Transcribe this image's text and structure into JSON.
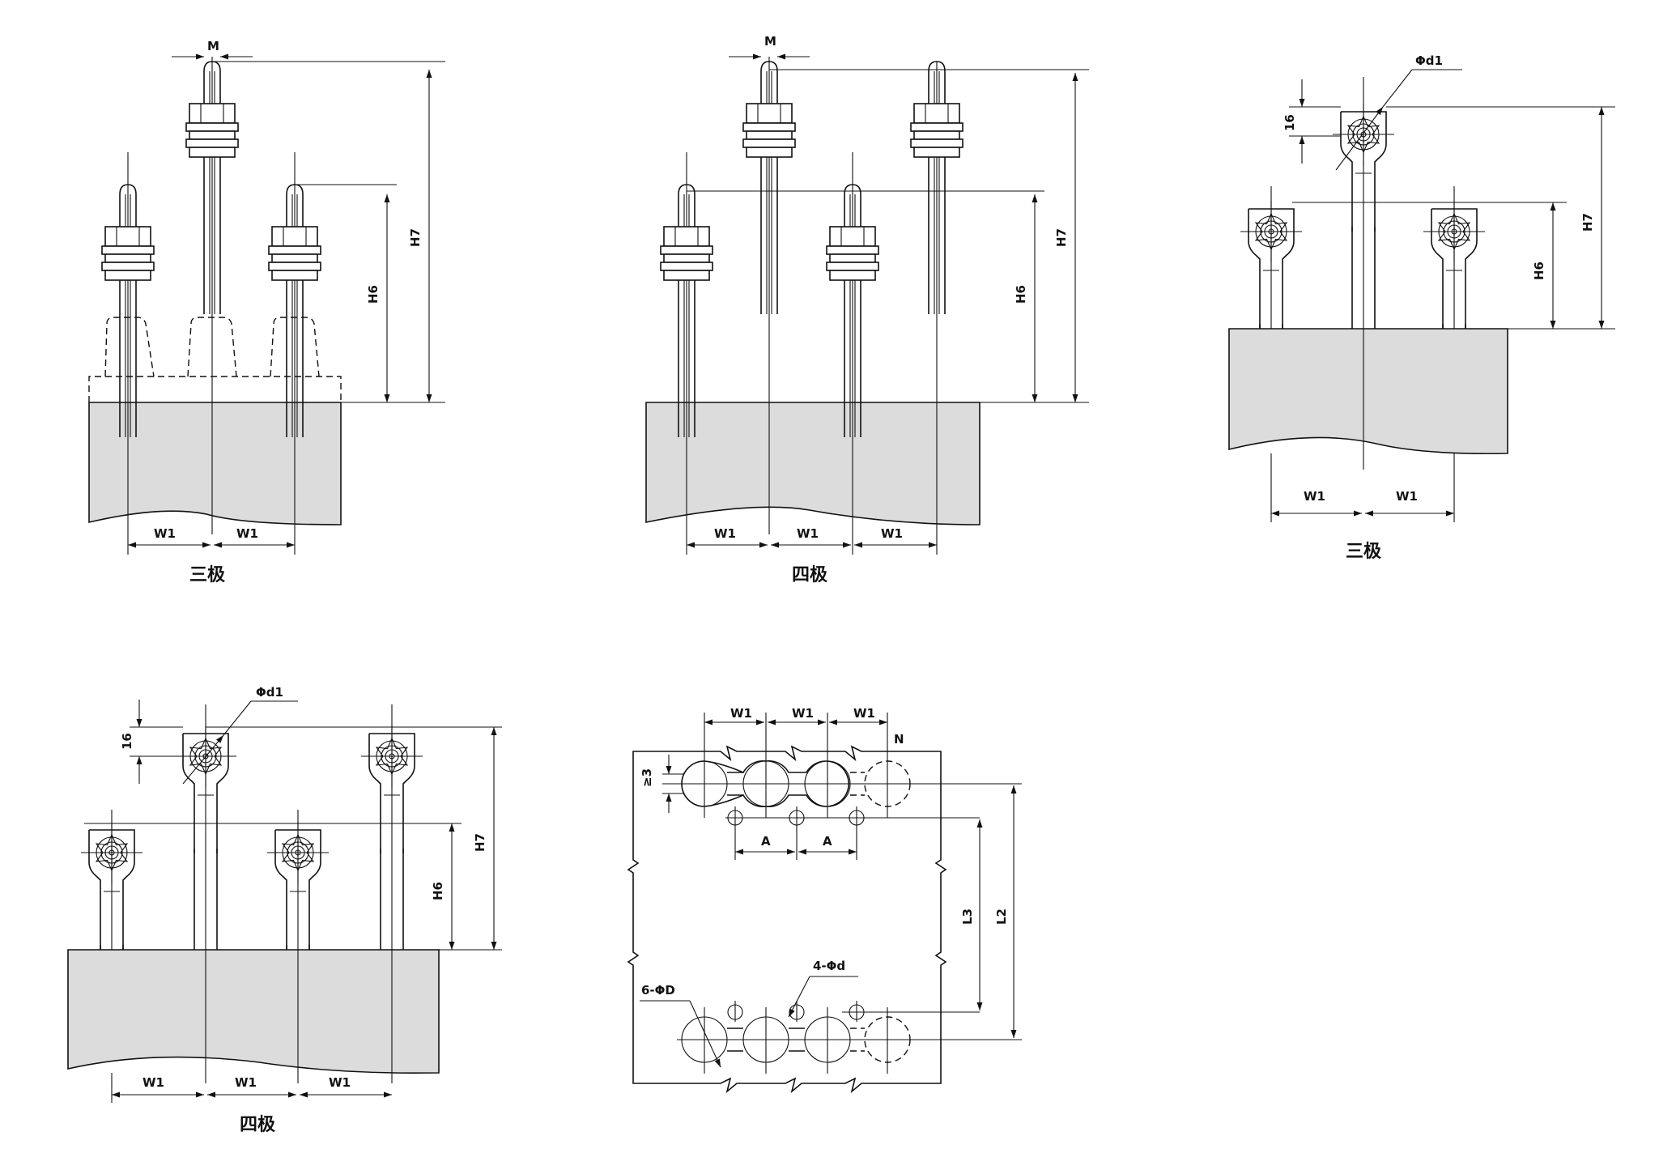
{
  "labels": {
    "m": "M",
    "w1": "W1",
    "h6": "H6",
    "h7": "H7",
    "phi_d1": "Φd1",
    "d16": "16",
    "three_pole": "三极",
    "four_pole": "四极",
    "n": "N",
    "ge3": "≥3",
    "a": "A",
    "l2": "L2",
    "l3": "L3",
    "six_phi_d": "6-ΦD",
    "four_phi_d": "4-Φd"
  }
}
